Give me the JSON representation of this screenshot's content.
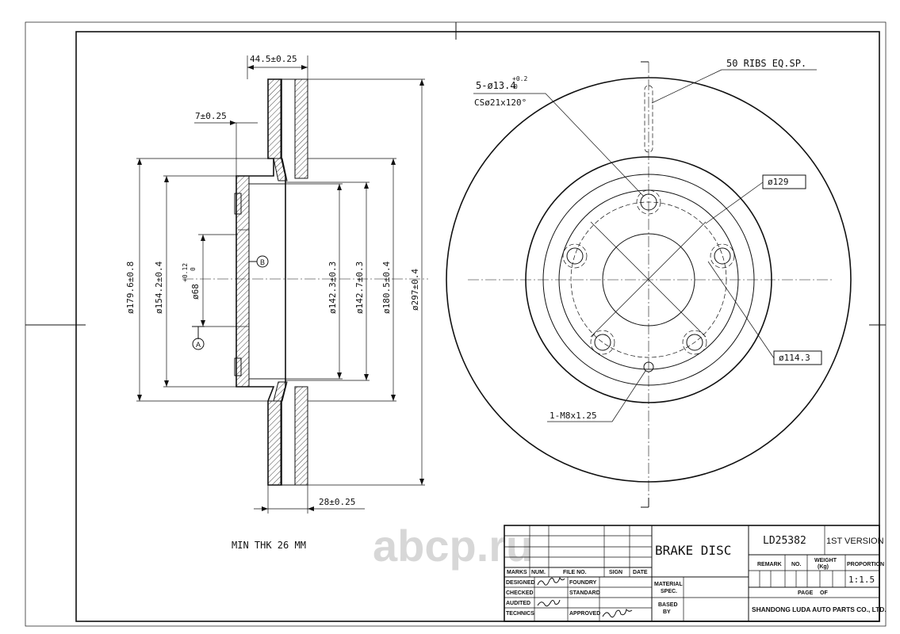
{
  "drawing": {
    "min_thickness_note": "MIN THK 26 MM",
    "watermark": "abcp.ru"
  },
  "side_view": {
    "dims": {
      "overall_width": "44.5±0.25",
      "hat_flange": "7±0.25",
      "rotor_width": "28±0.25",
      "d1": "ø179.6±0.8",
      "d2": "ø154.2±0.4",
      "d3_base": "ø68",
      "d3_tol_upper": "+0.12",
      "d3_tol_lower": "0",
      "d4": "ø142.3±0.3",
      "d5": "ø142.7±0.3",
      "d6": "ø180.5±0.4",
      "d7": "ø297±0.4"
    },
    "datums": {
      "a": "A",
      "b": "B"
    }
  },
  "front_view": {
    "ribs": "50 RIBS EQ.SP.",
    "holes_base": "5-ø13.4",
    "holes_tol_upper": "+0.2",
    "holes_tol_lower": "0",
    "countersink": "CSø21x120°",
    "pcd_outer": "ø129",
    "pcd": "ø114.3",
    "thread": "1-M8x1.25"
  },
  "title_block": {
    "title": "BRAKE DISC",
    "part_number": "LD25382",
    "version": "1ST VERSION",
    "cols": {
      "marks": "MARKS",
      "num": "NUM.",
      "file_no": "FILE NO.",
      "sign": "SIGN",
      "date": "DATE"
    },
    "rows": {
      "designed": "DESIGNED",
      "checked": "CHECKED",
      "audited": "AUDITED",
      "technics": "TECHNICS",
      "foundry": "FOUNDRY",
      "standard": "STANDARD",
      "approved": "APPROVED"
    },
    "material_1": "MATERIAL",
    "material_2": "SPEC.",
    "based_1": "BASED",
    "based_2": "BY",
    "remark": "REMARK",
    "no": "NO.",
    "weight_1": "WEIGHT",
    "weight_2": "(Kg)",
    "proportion": "PROPORTION",
    "scale": "1:1.5",
    "page": "PAGE",
    "of": "OF",
    "company": "SHANDONG LUDA AUTO PARTS CO., LTD."
  }
}
